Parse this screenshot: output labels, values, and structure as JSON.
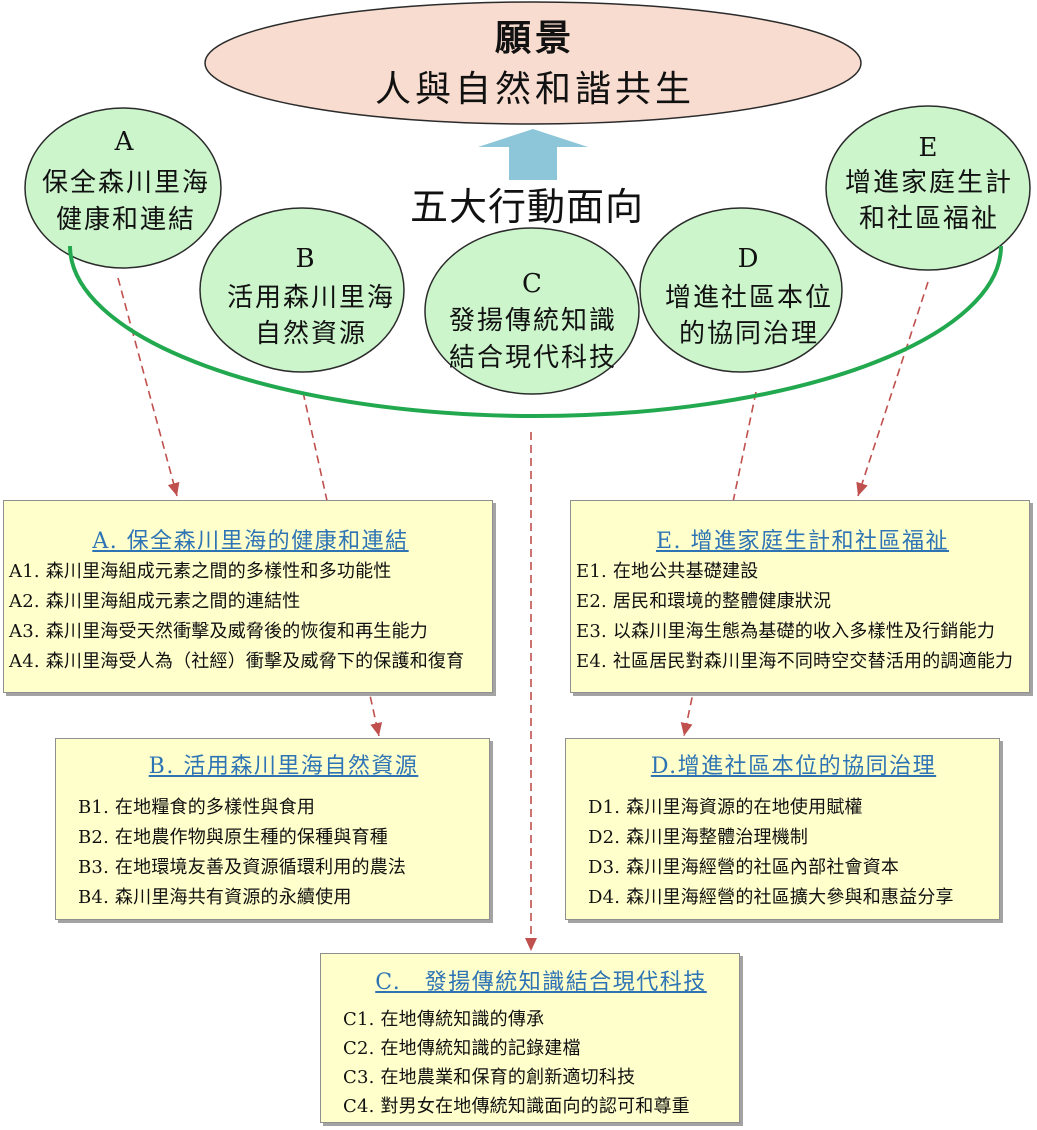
{
  "vision": {
    "title": "願景",
    "subtitle": "人與自然和諧共生"
  },
  "center_label": "五大行動面向",
  "circles": [
    {
      "letter": "A",
      "line1": "保全森川里海",
      "line2": "健康和連結"
    },
    {
      "letter": "B",
      "line1": "活用森川里海",
      "line2": "自然資源"
    },
    {
      "letter": "C",
      "line1": "發揚傳統知識",
      "line2": "結合現代科技"
    },
    {
      "letter": "D",
      "line1": "增進社區本位",
      "line2": "的協同治理"
    },
    {
      "letter": "E",
      "line1": "增進家庭生計",
      "line2": "和社區福祉"
    }
  ],
  "boxes": {
    "A": {
      "title": "A. 保全森川里海的健康和連結",
      "items": [
        "A1. 森川里海組成元素之間的多樣性和多功能性",
        "A2. 森川里海組成元素之間的連結性",
        "A3. 森川里海受天然衝擊及威脅後的恢復和再生能力",
        "A4. 森川里海受人為（社經）衝擊及威脅下的保護和復育"
      ]
    },
    "B": {
      "title": "B. 活用森川里海自然資源",
      "items": [
        "B1. 在地糧食的多樣性與食用",
        "B2. 在地農作物與原生種的保種與育種",
        "B3. 在地環境友善及資源循環利用的農法",
        "B4. 森川里海共有資源的永續使用"
      ]
    },
    "C": {
      "title": "C.　發揚傳統知識結合現代科技",
      "items": [
        "C1. 在地傳統知識的傳承",
        "C2. 在地傳統知識的記錄建檔",
        "C3. 在地農業和保育的創新適切科技",
        "C4. 對男女在地傳統知識面向的認可和尊重"
      ]
    },
    "D": {
      "title": "D.增進社區本位的協同治理",
      "items": [
        "D1. 森川里海資源的在地使用賦權",
        "D2. 森川里海整體治理機制",
        "D3. 森川里海經營的社區內部社會資本",
        "D4. 森川里海經營的社區擴大參與和惠益分享"
      ]
    },
    "E": {
      "title": "E. 增進家庭生計和社區福祉",
      "items": [
        "E1. 在地公共基礎建設",
        "E2. 居民和環境的整體健康狀況",
        "E3. 以森川里海生態為基礎的收入多樣性及行銷能力",
        "E4. 社區居民對森川里海不同時空交替活用的調適能力"
      ]
    }
  },
  "colors": {
    "vision_fill": "#F8DCCF",
    "circle_fill": "#CCF5CC",
    "arc_stroke": "#22A94F",
    "up_arrow_fill": "#8DC6D9",
    "connector_stroke": "#C0504D",
    "box_fill": "#FFFFCC",
    "box_title": "#2E74B5"
  }
}
